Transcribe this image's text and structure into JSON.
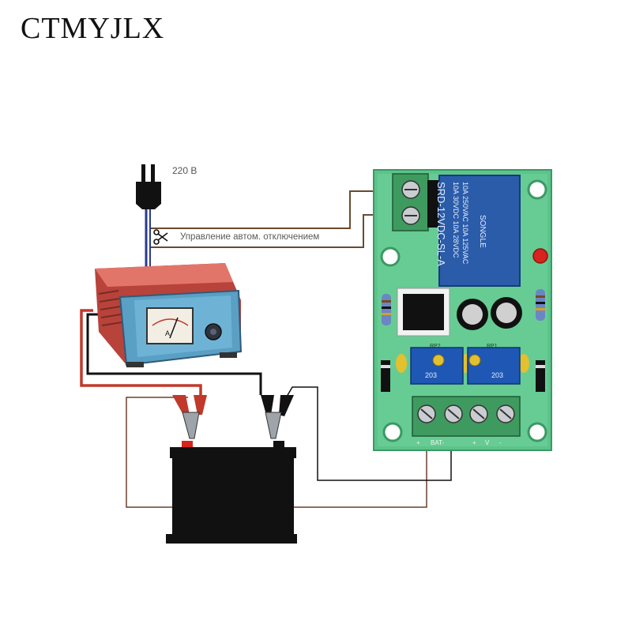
{
  "brand": "CTMYJLX",
  "labels": {
    "mains_voltage": "220 В",
    "control_line": "Управление автом. отключением"
  },
  "charger": {
    "meter_symbol": "A"
  },
  "board": {
    "relay_text": [
      "10A 250VAC 10A 125VAC",
      "10A 30VDC 10A 28VDC",
      "SRD-12VDC-SL-A"
    ],
    "relay_brand": "SONGLE",
    "pot_labels": [
      "RP2",
      "RP1"
    ],
    "pot_codes": [
      "203",
      "203"
    ],
    "terminal_labels": [
      "+",
      "BAT-",
      "+",
      "V",
      "-"
    ]
  },
  "colors": {
    "wire_brown": "#6b4a2e",
    "wire_red": "#c0392b",
    "wire_black": "#111111",
    "board_green": "#5cc48a",
    "relay_blue": "#2a5caa",
    "charger_body": "#d8584d",
    "charger_face": "#5a9fc4"
  }
}
